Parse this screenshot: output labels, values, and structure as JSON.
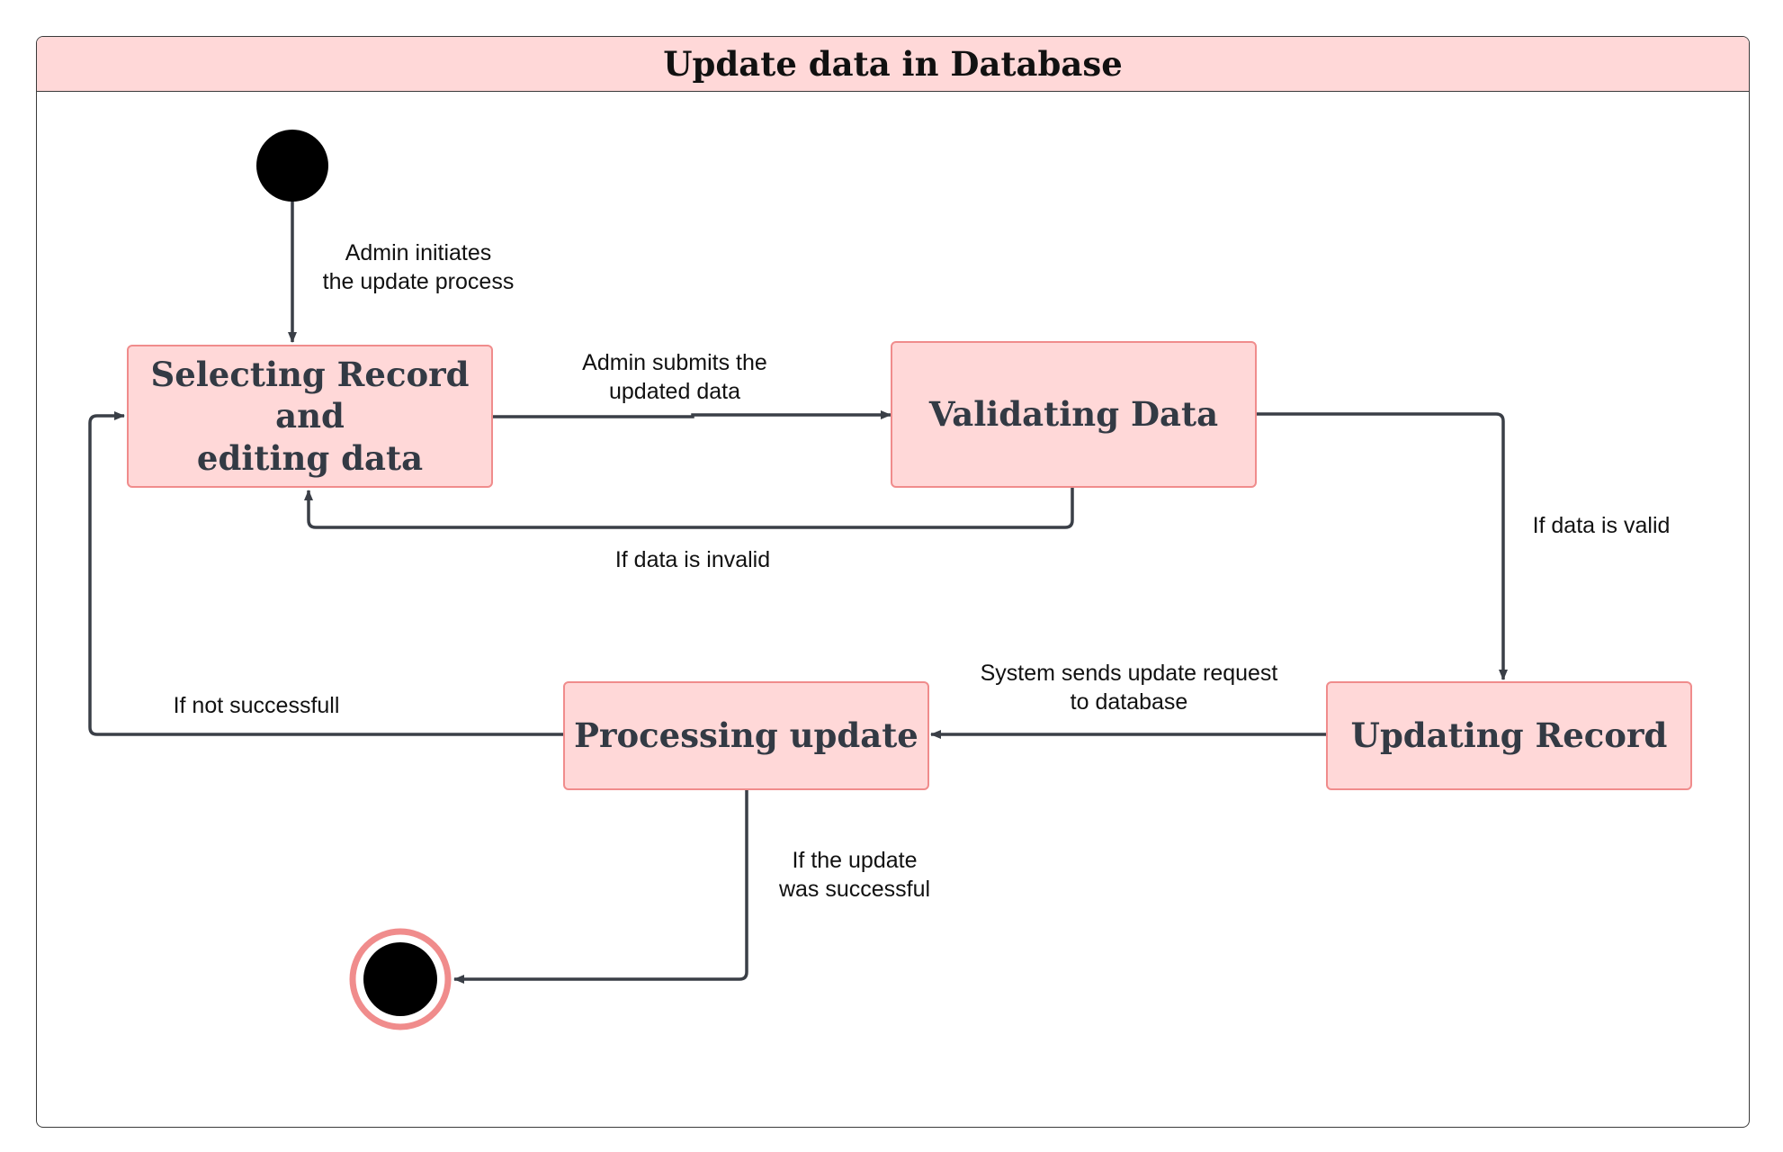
{
  "diagram": {
    "title": "Update data in Database",
    "states": {
      "selecting_line1": "Selecting Record and",
      "selecting_line2": "editing data",
      "validating": "Validating Data",
      "updating": "Updating Record",
      "processing": "Processing update"
    },
    "transitions": {
      "initiate_line1": "Admin initiates",
      "initiate_line2": "the update process",
      "submit_line1": "Admin submits the",
      "submit_line2": "updated data",
      "invalid": "If data is invalid",
      "valid": "If data is valid",
      "send_line1": "System sends update request",
      "send_line2": "to database",
      "not_successful": "If not successfull",
      "successful_line1": "If the update",
      "successful_line2": "was successful"
    },
    "colors": {
      "state_fill": "#ffd8d8",
      "state_border": "#f08c8c",
      "edge": "#3a3f47",
      "node_fill": "#000000",
      "final_ring": "#f08c8c"
    }
  }
}
